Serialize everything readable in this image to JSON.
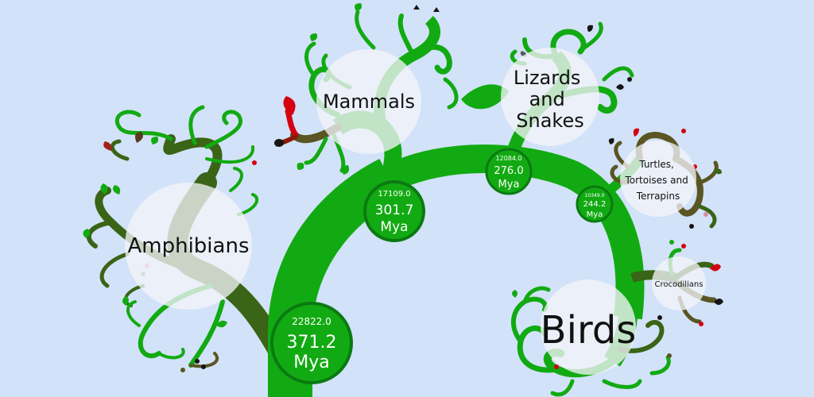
{
  "colors": {
    "background": "#d2e2f8",
    "trunk": "#12aa12",
    "branch_dark": "#3a6416",
    "branch_brown": "#5a5522",
    "leaf_red": "#d40010",
    "leaf_black": "#151515",
    "label_circle": "#f2f4f8",
    "node_ring": "#0a7a12"
  },
  "clades": [
    {
      "id": "amphibians",
      "label": "Amphibians"
    },
    {
      "id": "mammals",
      "label": "Mammals"
    },
    {
      "id": "lizards",
      "label_lines": [
        "Lizards",
        "and",
        "Snakes"
      ]
    },
    {
      "id": "turtles",
      "label_lines": [
        "Turtles,",
        "Tortoises and",
        "Terrapins"
      ]
    },
    {
      "id": "crocodilians",
      "label": "Crocodilians"
    },
    {
      "id": "birds",
      "label": "Birds"
    }
  ],
  "nodes": [
    {
      "id": "root",
      "count": "22822.0",
      "age": "371.2",
      "unit": "Mya"
    },
    {
      "id": "amniota",
      "count": "17109.0",
      "age": "301.7",
      "unit": "Mya"
    },
    {
      "id": "sauria",
      "count": "12084.0",
      "age": "276.0",
      "unit": "Mya"
    },
    {
      "id": "archelosauria",
      "count": "10349.0",
      "age": "244.2",
      "unit": "Mya"
    }
  ]
}
